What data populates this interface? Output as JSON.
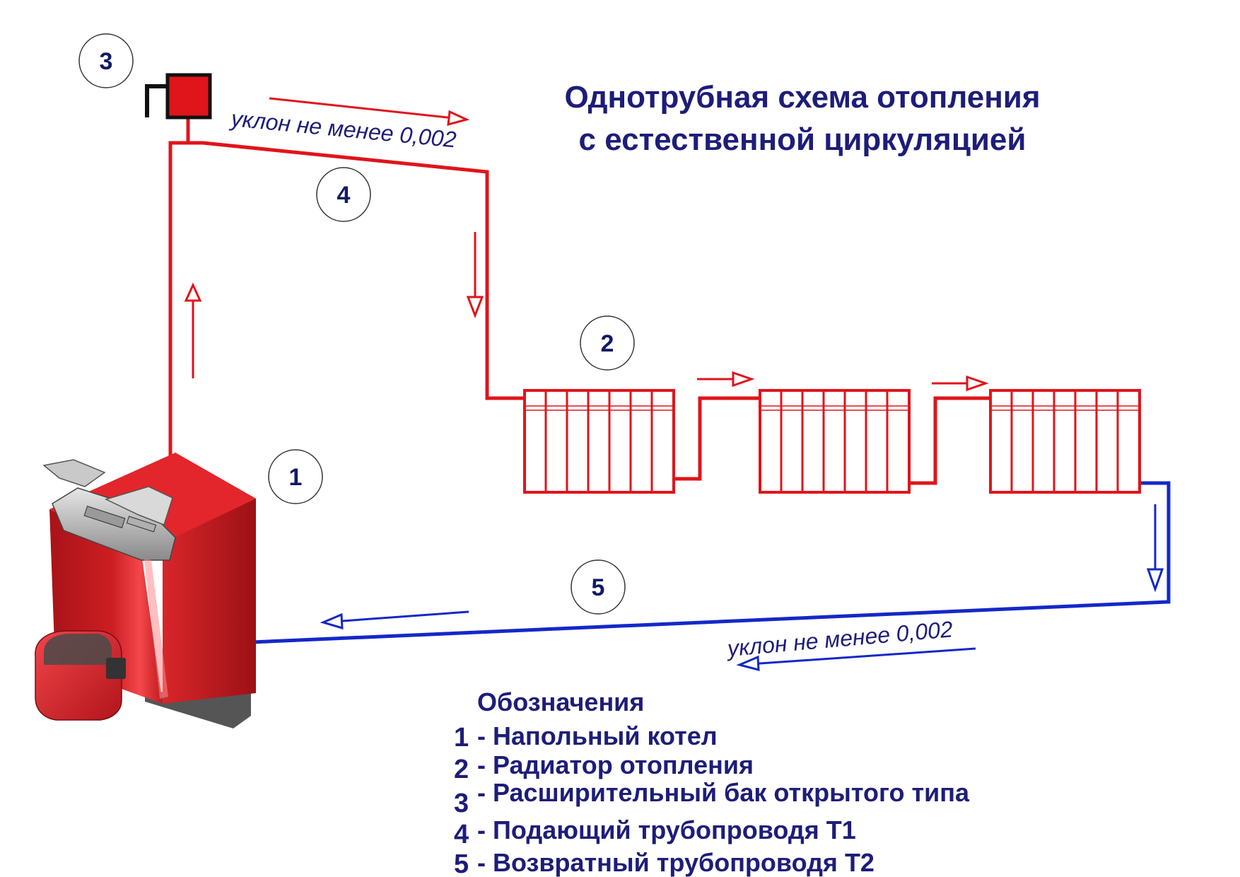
{
  "title": {
    "line1": "Однотрубная схема отопления",
    "line2": "с естественной циркуляцией"
  },
  "slope_top": "уклон не менее 0,002",
  "slope_bottom": "уклон не менее 0,002",
  "markers": {
    "boiler": "1",
    "radiator": "2",
    "tank": "3",
    "supply": "4",
    "return": "5"
  },
  "legend": {
    "title": "Обозначения",
    "items": [
      {
        "num": "1",
        "text": "- Напольный котел"
      },
      {
        "num": "2",
        "text": "- Радиатор отопления"
      },
      {
        "num": "3",
        "text": "- Расширительный бак открытого типа"
      },
      {
        "num": "4",
        "text": "- Подающий трубопроводя Т1"
      },
      {
        "num": "5",
        "text": "- Возвратный трубопроводя Т2"
      }
    ]
  },
  "colors": {
    "supply": "#e0141b",
    "return": "#1428c8",
    "text": "#1d1d7a"
  }
}
